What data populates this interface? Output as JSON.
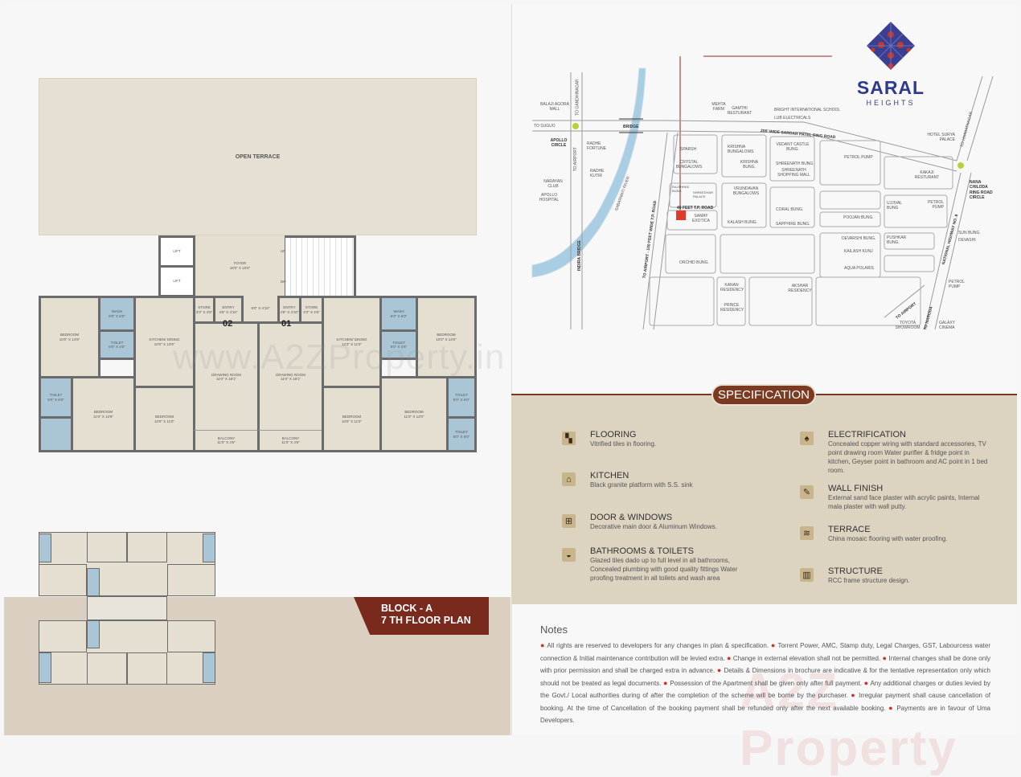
{
  "floor_plan": {
    "open_terrace": "OPEN TERRACE",
    "lift1": "LIFT",
    "lift2": "LIFT",
    "foyer": "FOYER",
    "foyer_dim": "18'0\" X 10'6\"",
    "up": "UP",
    "dn": "DN",
    "passage_dim": "6'0\" X 4'10\"",
    "unit_02": "02",
    "unit_01": "01",
    "rooms": [
      {
        "name": "BEDROOM",
        "dim": "10'0\" X 14'9\""
      },
      {
        "name": "WASH",
        "dim": "6'0\" X 6'0\""
      },
      {
        "name": "TOILET",
        "dim": "6'0\" X 4'0\""
      },
      {
        "name": "KITCHEN/ DINING",
        "dim": "10'0\" X 13'9\""
      },
      {
        "name": "STORE",
        "dim": "3'3\" X 4'6\""
      },
      {
        "name": "ENTRY",
        "dim": "4'6\" X 4'10\""
      },
      {
        "name": "ENTRY",
        "dim": "4'5\" X 4'10\""
      },
      {
        "name": "STORE",
        "dim": "3'3\" X 4'6\""
      },
      {
        "name": "KITCHEN/ DINING",
        "dim": "12'3\" X 11'0\""
      },
      {
        "name": "WASH",
        "dim": "6'0\" X 6'0\""
      },
      {
        "name": "TOILET",
        "dim": "6'0\" X 4'6\""
      },
      {
        "name": "BEDROOM",
        "dim": "10'0\" X 14'0\""
      },
      {
        "name": "DRAWING ROOM",
        "dim": "11'0\" X 18'1\""
      },
      {
        "name": "DRAWING ROOM",
        "dim": "11'0\" X 18'1\""
      },
      {
        "name": "TOILET",
        "dim": "5'0\" X 6'0\""
      },
      {
        "name": "",
        "dim": ""
      },
      {
        "name": "BEDROOM",
        "dim": "11'0\" X 12'9\""
      },
      {
        "name": "BEDROOM",
        "dim": "10'0\" X 11'0\""
      },
      {
        "name": "BALCONY",
        "dim": "11'0\" X 4'6\""
      },
      {
        "name": "BALCONY",
        "dim": "11'0\" X 4'6\""
      },
      {
        "name": "BEDROOM",
        "dim": "10'0\" X 11'0\""
      },
      {
        "name": "BEDROOM",
        "dim": "11'0\" X 12'0\""
      },
      {
        "name": "TOILET",
        "dim": "5'0\" X 6'0\""
      },
      {
        "name": "TOILET",
        "dim": "5'0\" X 6'0\""
      }
    ],
    "watermark": "www.A2ZProperty.in"
  },
  "block_label": {
    "line1": "BLOCK - A",
    "line2": "7 TH FLOOR PLAN"
  },
  "logo": {
    "name": "SARAL",
    "sub": "HEIGHTS",
    "colors": {
      "navy": "#2e3a8c",
      "red": "#c0392b"
    }
  },
  "map": {
    "labels": [
      "BALAJI AGORA MALL",
      "TO SUGUO",
      "APOLLO CIRCLE",
      "NARAYAN CLUB",
      "APOLLO HOSPITAL",
      "TO GANDHINAGAR",
      "TO AIRPORT",
      "BRIDGE",
      "RADHE FORTUNE",
      "RADHE KUTIR",
      "SABARMATI RIVER",
      "INDIRA BRIDGE",
      "MEHTA FARM",
      "GAMTHI RESTURANT",
      "BRIGHT INTERNATIONAL SCHOOL",
      "LUB ELECTRICALS",
      "200' WIDE SARDAR PATEL RING ROAD",
      "SPARSH",
      "CRYSTAL BUNGALOWS",
      "KRISHNA BUNGALOWS",
      "KRISHNA BUNG.",
      "VEDANT CASTLE BUNG.",
      "SHREENATH BUNG.",
      "SHREENATH SHOPPING MALL",
      "PETROL PUMP",
      "HOTEL SURYA PALACE",
      "KAKAJI RESTURANT",
      "NANA CHILODA RING ROAD CIRCLE",
      "TO HIMMATNAGAR",
      "RAJSHREE BUNG",
      "SHREEDHAR PALACE",
      "VRUNDAVAN BUNGALOWS",
      "40 FEET T.P. ROAD",
      "SAMAY EXOTICA",
      "KALASH BUNG.",
      "CORAL BUNG.",
      "SAPPHIRE BUNG.",
      "UJJIVAL BUNG",
      "PETROL PUMP",
      "POOJAN BUNG.",
      "DEVARSHI BUNG.",
      "PUSHKAR BUNG.",
      "KAILASH KUNJ",
      "AQUA POLARIS",
      "SUN BUNG.",
      "DEVASHI",
      "NATIONAL HIGHWAY NO. 8",
      "ORCHID BUNG.",
      "KANAN RESIDENCY",
      "PRINCE RESIDENCY",
      "AKSHAR RESIDENCY",
      "PETROL PUMP",
      "TO AIRPORT",
      "TOYOTA SHOWROOM",
      "TO NARODA",
      "GALAXY CINEMA",
      "TO AIRPORT - 100 FEET WIDE T.P. ROAD"
    ],
    "colors": {
      "river": "#a9cde3",
      "site": "#e03a2a",
      "circle": "#b6d43a"
    }
  },
  "specification": {
    "title": "SPECIFICATION",
    "items": [
      {
        "icon": "flooring-icon",
        "title": "FLOORING",
        "text": "Vitrified tiles in flooring."
      },
      {
        "icon": "kitchen-icon",
        "title": "KITCHEN",
        "text": "Black granite platform with S.S. sink"
      },
      {
        "icon": "window-icon",
        "title": "DOOR & WINDOWS",
        "text": "Decorative main door & Aluminum Windows."
      },
      {
        "icon": "bathroom-icon",
        "title": "BATHROOMS & TOILETS",
        "text": "Glazed tiles dado up to full level in all bathrooms, Concealed plumbing with good quality fittings Water proofing treatment in all toilets and wash area"
      },
      {
        "icon": "electric-icon",
        "title": "ELECTRIFICATION",
        "text": "Concealed copper wiring with standard accessories, TV point drawing room Water purifier & fridge point in kitchen, Geyser point in bathroom and AC point in 1 bed room."
      },
      {
        "icon": "wall-finish-icon",
        "title": "WALL FINISH",
        "text": "External sand face plaster with acrylic paints, Internal mala plaster with wall putty."
      },
      {
        "icon": "terrace-icon",
        "title": "TERRACE",
        "text": "China mosaic flooring with water proofing."
      },
      {
        "icon": "structure-icon",
        "title": "STRUCTURE",
        "text": "RCC frame structure design."
      }
    ]
  },
  "notes": {
    "title": "Notes",
    "items": [
      "All rights are reserved to developers for any changes in plan & specification.",
      "Torrent Power, AMC, Stamp duty, Legal Charges, GST, Labourcess water connection & Initial maintenance contribution will be levied extra.",
      "Change in external elevation shall not be permitted.",
      "Internal changes shall be done only with prior permission and shall be charged extra in advance.",
      "Details & Dimensions in brochure are indicative & for the tentative representation only which should not be treated as legal documents.",
      "Possession of the Apartment shall be given only after full payment.",
      "Any additional charges or duties levied by the Govt./ Local authorities during of after the completion of the scheme will be borne by the purchaser.",
      "Irregular payment shall cause cancellation of booking. At the time of Cancellation of the booking payment shall be refunded only after the next available booking.",
      "Payments are in favour of Uma Developers."
    ],
    "watermark": "A2Z Property"
  }
}
